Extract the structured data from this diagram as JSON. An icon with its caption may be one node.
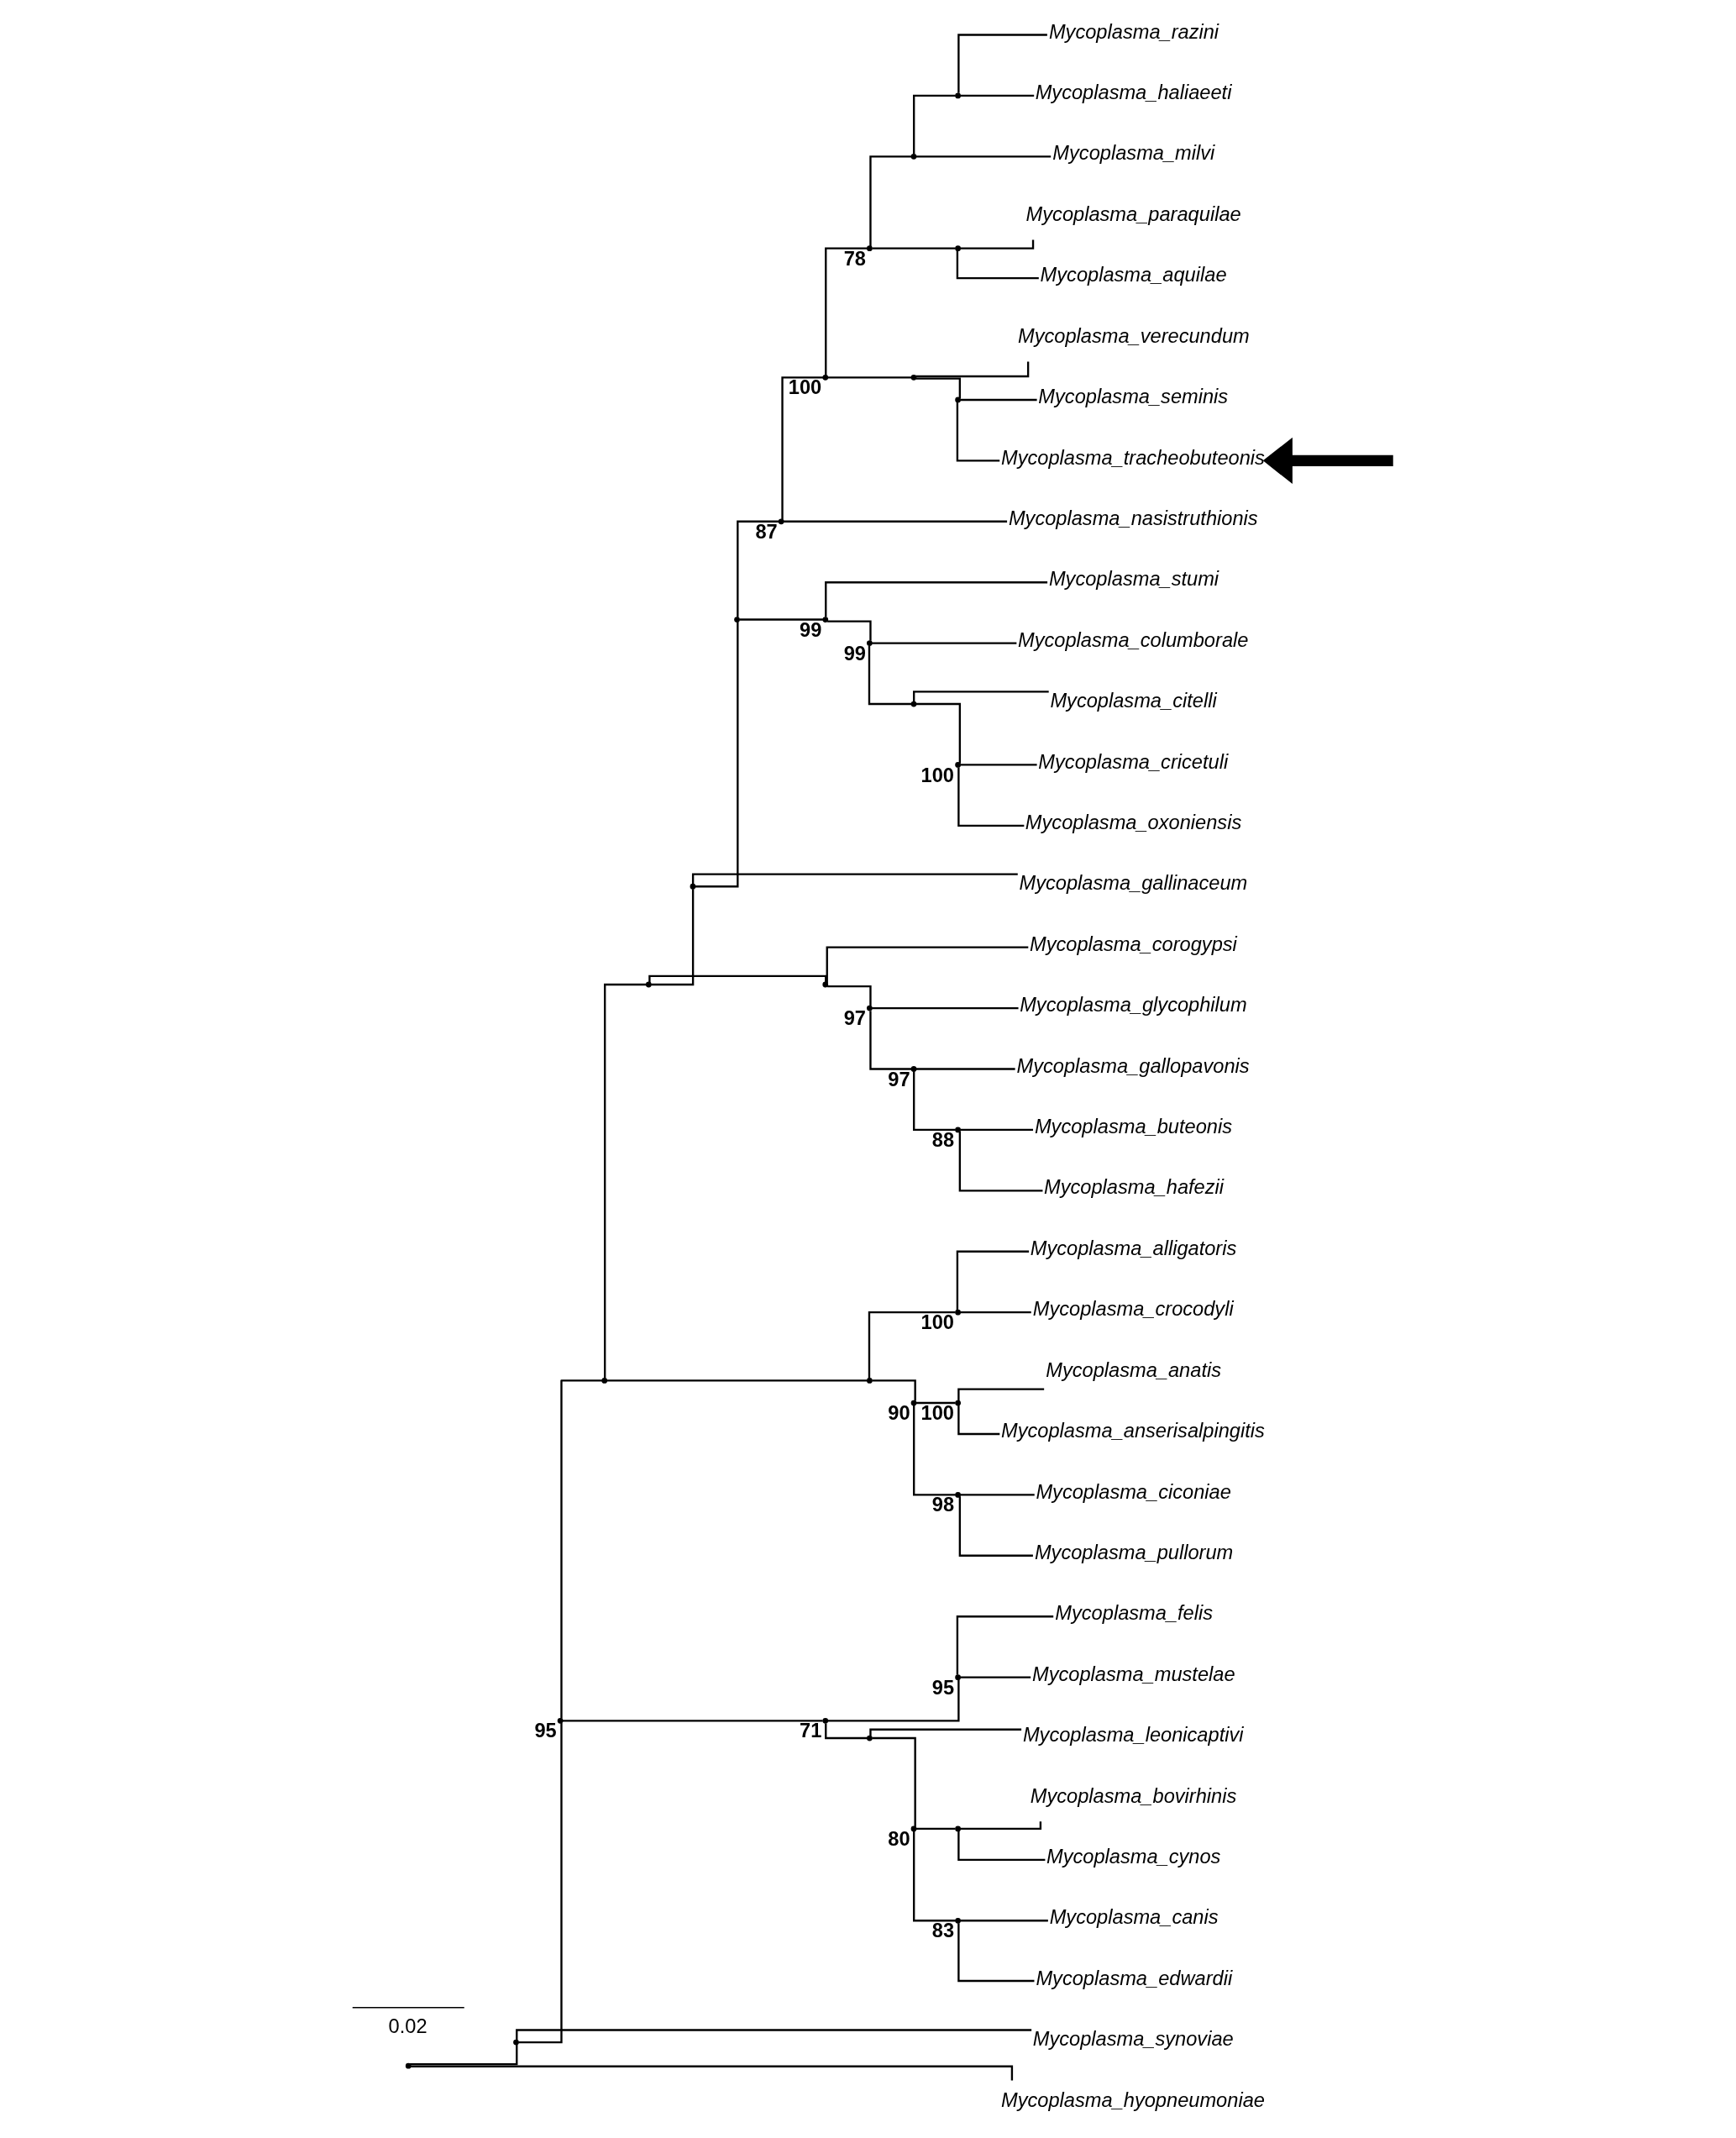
{
  "diagram": {
    "nodes": [
      {
        "text": [
          "Mycoplasma_razini"
        ]
      },
      {
        "text": [
          "Mycoplasma_haliaeeti"
        ]
      },
      {
        "text": [
          "Mycoplasma_milvi"
        ]
      },
      {
        "text": [
          "Mycoplasma_paraquilae"
        ]
      },
      {
        "text": [
          "Mycoplasma_aquilae"
        ]
      },
      {
        "text": [
          "Mycoplasma_verecundum"
        ]
      },
      {
        "text": [
          "Mycoplasma_seminis"
        ]
      },
      {
        "text": [
          "Mycoplasma_tracheobuteonis"
        ]
      },
      {
        "text": [
          "Mycoplasma_nasistruthionis"
        ]
      },
      {
        "text": [
          "Mycoplasma_stumi"
        ]
      },
      {
        "text": [
          "Mycoplasma_columborale"
        ]
      },
      {
        "text": [
          "Mycoplasma_citelli"
        ]
      },
      {
        "text": [
          "Mycoplasma_cricetuli"
        ]
      },
      {
        "text": [
          "Mycoplasma_oxoniensis"
        ]
      },
      {
        "text": [
          "Mycoplasma_gallinaceum"
        ]
      },
      {
        "text": [
          "Mycoplasma_corogypsi"
        ]
      },
      {
        "text": [
          "Mycoplasma_glycophilum"
        ]
      },
      {
        "text": [
          "Mycoplasma_gallopavonis"
        ]
      },
      {
        "text": [
          "Mycoplasma_buteonis"
        ]
      },
      {
        "text": [
          "Mycoplasma_hafezii"
        ]
      },
      {
        "text": [
          "Mycoplasma_alligatoris"
        ]
      },
      {
        "text": [
          "Mycoplasma_crocodyli"
        ]
      },
      {
        "text": [
          "Mycoplasma_anatis"
        ]
      },
      {
        "text": [
          "Mycoplasma_anserisalpingitis"
        ]
      },
      {
        "text": [
          "Mycoplasma_ciconiae"
        ]
      },
      {
        "text": [
          "Mycoplasma_pullorum"
        ]
      },
      {
        "text": [
          "Mycoplasma_felis"
        ]
      },
      {
        "text": [
          "Mycoplasma_mustelae"
        ]
      },
      {
        "text": [
          "Mycoplasma_leonicaptivi"
        ]
      },
      {
        "text": [
          "Mycoplasma_bovirhinis"
        ]
      },
      {
        "text": [
          "Mycoplasma_cynos"
        ]
      },
      {
        "text": [
          "Mycoplasma_canis"
        ]
      },
      {
        "text": [
          "Mycoplasma_edwardii"
        ]
      },
      {
        "text": [
          "Mycoplasma_synoviae"
        ]
      },
      {
        "text": [
          "Mycoplasma_hyopneumoniae"
        ]
      },
      {
        "text": [],
        "shape": "point"
      },
      {
        "text": [],
        "shape": "point"
      },
      {
        "text": [],
        "shape": "point",
        "beside": [
          "95"
        ]
      },
      {
        "text": [],
        "shape": "point"
      },
      {
        "text": [],
        "shape": "point"
      },
      {
        "text": [],
        "shape": "point"
      },
      {
        "text": [],
        "shape": "point"
      },
      {
        "text": [],
        "shape": "point",
        "beside": [
          "87"
        ]
      },
      {
        "text": [],
        "shape": "point",
        "beside": [
          "100"
        ]
      },
      {
        "text": [],
        "shape": "point",
        "beside": [
          "78"
        ]
      },
      {
        "text": [],
        "shape": "point"
      },
      {
        "text": [],
        "shape": "point"
      },
      {
        "text": [],
        "shape": "point"
      },
      {
        "text": [],
        "shape": "point"
      },
      {
        "text": [],
        "shape": "point"
      },
      {
        "text": [],
        "shape": "point",
        "beside": [
          "99"
        ]
      },
      {
        "text": [],
        "shape": "point",
        "beside": [
          "99"
        ]
      },
      {
        "text": [],
        "shape": "point"
      },
      {
        "text": [],
        "shape": "point",
        "beside": [
          "100"
        ]
      },
      {
        "text": [],
        "shape": "point"
      },
      {
        "text": [],
        "shape": "point",
        "beside": [
          "97"
        ]
      },
      {
        "text": [],
        "shape": "point",
        "beside": [
          "97"
        ]
      },
      {
        "text": [],
        "shape": "point",
        "beside": [
          "88"
        ]
      },
      {
        "text": [],
        "shape": "point"
      },
      {
        "text": [],
        "shape": "point",
        "beside": [
          "100"
        ]
      },
      {
        "text": [],
        "shape": "point",
        "beside": [
          "90"
        ]
      },
      {
        "text": [],
        "shape": "point",
        "beside": [
          "100"
        ]
      },
      {
        "text": [],
        "shape": "point",
        "beside": [
          "98"
        ]
      },
      {
        "text": [],
        "shape": "point",
        "beside": [
          "71"
        ]
      },
      {
        "text": [],
        "shape": "point",
        "beside": [
          "95"
        ]
      },
      {
        "text": [],
        "shape": "point"
      },
      {
        "text": [],
        "shape": "point",
        "beside": [
          "80"
        ]
      },
      {
        "text": [],
        "shape": "point"
      },
      {
        "text": [],
        "shape": "point",
        "beside": [
          "83"
        ]
      }
    ],
    "edges": [
      {
        "from": 35,
        "to": 36,
        "arrow": "none"
      },
      {
        "from": 35,
        "to": 34,
        "arrow": "none"
      },
      {
        "from": 36,
        "to": 37,
        "arrow": "none"
      },
      {
        "from": 36,
        "to": 33,
        "arrow": "none"
      },
      {
        "from": 37,
        "to": 38,
        "arrow": "none"
      },
      {
        "from": 37,
        "to": 63,
        "arrow": "none"
      },
      {
        "from": 38,
        "to": 39,
        "arrow": "none"
      },
      {
        "from": 38,
        "to": 58,
        "arrow": "none"
      },
      {
        "from": 39,
        "to": 40,
        "arrow": "none"
      },
      {
        "from": 39,
        "to": 54,
        "arrow": "none"
      },
      {
        "from": 40,
        "to": 41,
        "arrow": "none"
      },
      {
        "from": 40,
        "to": 14,
        "arrow": "none"
      },
      {
        "from": 41,
        "to": 42,
        "arrow": "none"
      },
      {
        "from": 41,
        "to": 50,
        "arrow": "none"
      },
      {
        "from": 42,
        "to": 43,
        "arrow": "none"
      },
      {
        "from": 42,
        "to": 8,
        "arrow": "none"
      },
      {
        "from": 43,
        "to": 44,
        "arrow": "none"
      },
      {
        "from": 43,
        "to": 48,
        "arrow": "none"
      },
      {
        "from": 44,
        "to": 45,
        "arrow": "none"
      },
      {
        "from": 44,
        "to": 47,
        "arrow": "none"
      },
      {
        "from": 45,
        "to": 46,
        "arrow": "none"
      },
      {
        "from": 45,
        "to": 2,
        "arrow": "none"
      },
      {
        "from": 46,
        "to": 0,
        "arrow": "none"
      },
      {
        "from": 46,
        "to": 1,
        "arrow": "none"
      },
      {
        "from": 47,
        "to": 3,
        "arrow": "none"
      },
      {
        "from": 47,
        "to": 4,
        "arrow": "none"
      },
      {
        "from": 48,
        "to": 5,
        "arrow": "none"
      },
      {
        "from": 48,
        "to": 49,
        "arrow": "none"
      },
      {
        "from": 49,
        "to": 6,
        "arrow": "none"
      },
      {
        "from": 49,
        "to": 7,
        "arrow": "none"
      },
      {
        "from": 50,
        "to": 9,
        "arrow": "none"
      },
      {
        "from": 50,
        "to": 51,
        "arrow": "none"
      },
      {
        "from": 51,
        "to": 10,
        "arrow": "none"
      },
      {
        "from": 51,
        "to": 52,
        "arrow": "none"
      },
      {
        "from": 52,
        "to": 11,
        "arrow": "none"
      },
      {
        "from": 52,
        "to": 53,
        "arrow": "none"
      },
      {
        "from": 53,
        "to": 12,
        "arrow": "none"
      },
      {
        "from": 53,
        "to": 13,
        "arrow": "none"
      },
      {
        "from": 54,
        "to": 15,
        "arrow": "none"
      },
      {
        "from": 54,
        "to": 55,
        "arrow": "none"
      },
      {
        "from": 55,
        "to": 16,
        "arrow": "none"
      },
      {
        "from": 55,
        "to": 56,
        "arrow": "none"
      },
      {
        "from": 56,
        "to": 17,
        "arrow": "none"
      },
      {
        "from": 56,
        "to": 57,
        "arrow": "none"
      },
      {
        "from": 57,
        "to": 18,
        "arrow": "none"
      },
      {
        "from": 57,
        "to": 19,
        "arrow": "none"
      },
      {
        "from": 58,
        "to": 59,
        "arrow": "none"
      },
      {
        "from": 58,
        "to": 60,
        "arrow": "none"
      },
      {
        "from": 59,
        "to": 20,
        "arrow": "none"
      },
      {
        "from": 59,
        "to": 21,
        "arrow": "none"
      },
      {
        "from": 60,
        "to": 61,
        "arrow": "none"
      },
      {
        "from": 60,
        "to": 62,
        "arrow": "none"
      },
      {
        "from": 61,
        "to": 22,
        "arrow": "none"
      },
      {
        "from": 61,
        "to": 23,
        "arrow": "none"
      },
      {
        "from": 62,
        "to": 24,
        "arrow": "none"
      },
      {
        "from": 62,
        "to": 25,
        "arrow": "none"
      },
      {
        "from": 63,
        "to": 64,
        "arrow": "none"
      },
      {
        "from": 63,
        "to": 65,
        "arrow": "none"
      },
      {
        "from": 64,
        "to": 26,
        "arrow": "none"
      },
      {
        "from": 64,
        "to": 27,
        "arrow": "none"
      },
      {
        "from": 65,
        "to": 28,
        "arrow": "none"
      },
      {
        "from": 65,
        "to": 66,
        "arrow": "none"
      },
      {
        "from": 66,
        "to": 67,
        "arrow": "none"
      },
      {
        "from": 66,
        "to": 68,
        "arrow": "none"
      },
      {
        "from": 67,
        "to": 29,
        "arrow": "none"
      },
      {
        "from": 67,
        "to": 30,
        "arrow": "none"
      },
      {
        "from": 68,
        "to": 31,
        "arrow": "none"
      },
      {
        "from": 68,
        "to": 32,
        "arrow": "none"
      },
      {
        "from": null,
        "to": 7,
        "arrow": "to",
        "style": "thick"
      }
    ],
    "labels": [
      "0.02"
    ]
  }
}
